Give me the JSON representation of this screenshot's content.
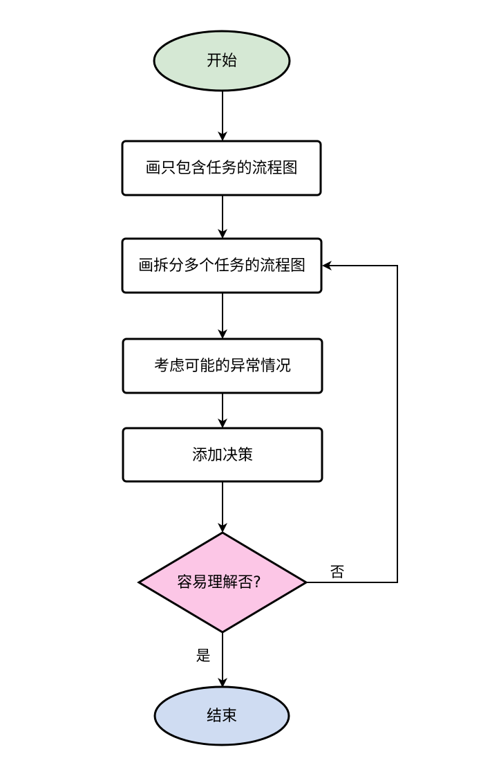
{
  "diagram": {
    "type": "flowchart",
    "nodes": {
      "start": {
        "label": "开始",
        "shape": "ellipse",
        "fill": "#d5e8d4"
      },
      "step1": {
        "label": "画只包含任务的流程图",
        "shape": "rounded-rect",
        "fill": "#ffffff"
      },
      "step2": {
        "label": "画拆分多个任务的流程图",
        "shape": "rounded-rect",
        "fill": "#ffffff"
      },
      "step3": {
        "label": "考虑可能的异常情况",
        "shape": "rounded-rect",
        "fill": "#ffffff"
      },
      "step4": {
        "label": "添加决策",
        "shape": "rounded-rect",
        "fill": "#ffffff"
      },
      "decision": {
        "label": "容易理解否?",
        "shape": "diamond",
        "fill": "#fcc6e6"
      },
      "end": {
        "label": "结束",
        "shape": "ellipse",
        "fill": "#cfdcf2"
      }
    },
    "edges": {
      "no_label": "否",
      "yes_label": "是"
    },
    "stroke_color": "#000000"
  }
}
